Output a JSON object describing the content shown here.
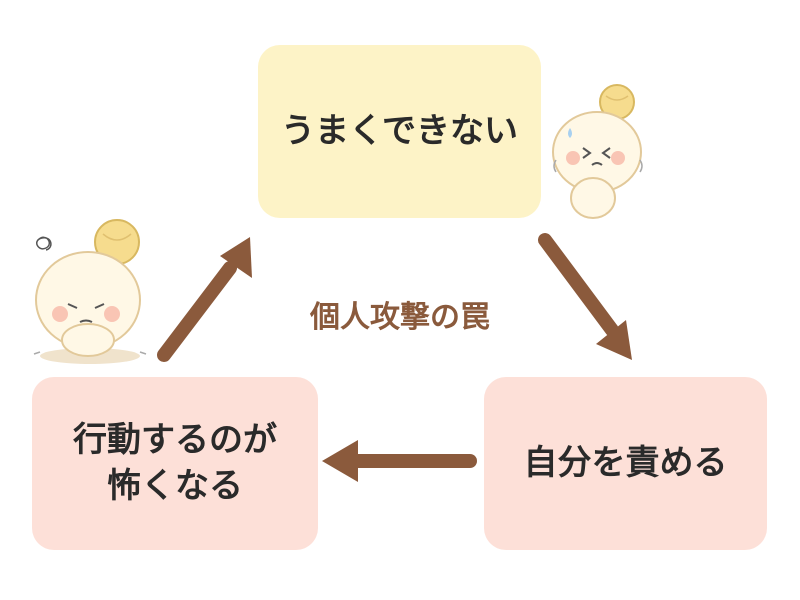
{
  "boxes": {
    "top": {
      "text": "うまくできない"
    },
    "right": {
      "text": "自分を責める"
    },
    "left": {
      "line1": "行動するのが",
      "line2": "怖くなる"
    }
  },
  "center_label": "個人攻撃の罠",
  "colors": {
    "arrow": "#8b5a3c",
    "top_box": "#fdf3c7",
    "pink_box": "#fde0d8",
    "center_text": "#8a5a3c"
  }
}
